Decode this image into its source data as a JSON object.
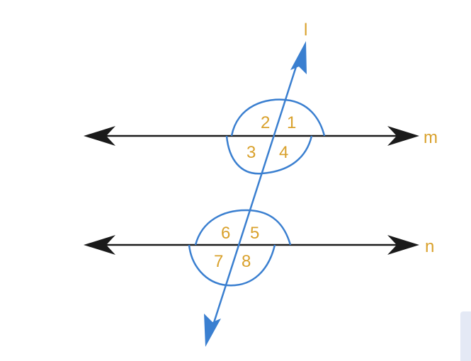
{
  "colors": {
    "line": "#1a1a1a",
    "transversal": "#3a7fd0",
    "label": "#d9a12c",
    "arc": "#3a7fd0"
  },
  "lines": {
    "transversal_label": "l",
    "top_label": "m",
    "bottom_label": "n"
  },
  "angles": {
    "a1": "1",
    "a2": "2",
    "a3": "3",
    "a4": "4",
    "a5": "5",
    "a6": "6",
    "a7": "7",
    "a8": "8"
  }
}
